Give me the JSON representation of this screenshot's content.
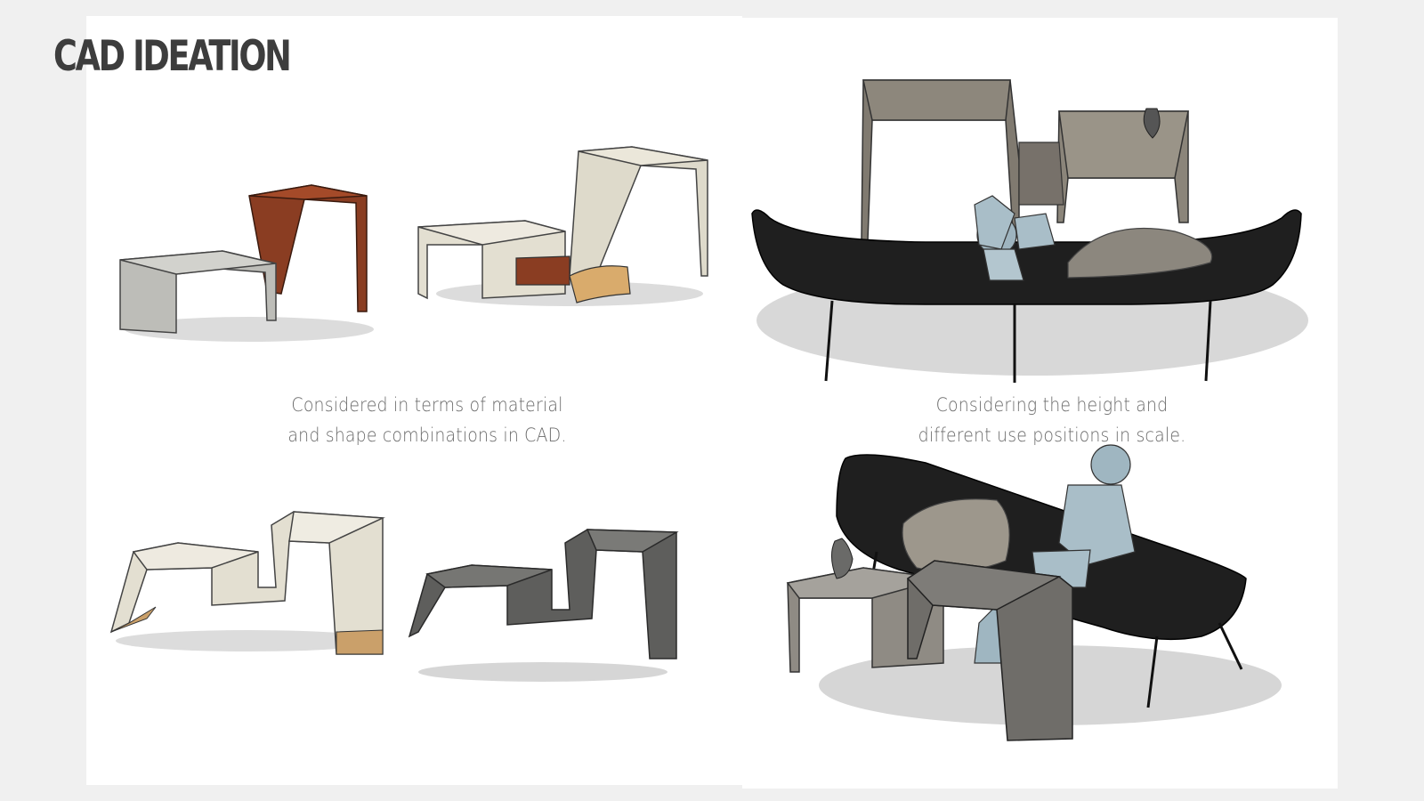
{
  "page": {
    "title": "CAD IDEATION"
  },
  "captions": {
    "material": {
      "line1": "Considered in terms of material",
      "line2": "and shape combinations in CAD."
    },
    "scale": {
      "line1": "Considering the height and",
      "line2": "different use positions in scale."
    }
  },
  "colors": {
    "background": "#f0f0f0",
    "panel": "#ffffff",
    "title": "#3d3d3d",
    "caption": "#6b6b6b",
    "wood_dark": "#8a3d22",
    "wood_light": "#d9ab6c",
    "grey_light": "#cfcfcb",
    "grey_mid": "#8a8a86",
    "grey_dark": "#5e5e5c",
    "cream": "#e3dfd1",
    "sofa": "#1f1f1f"
  }
}
